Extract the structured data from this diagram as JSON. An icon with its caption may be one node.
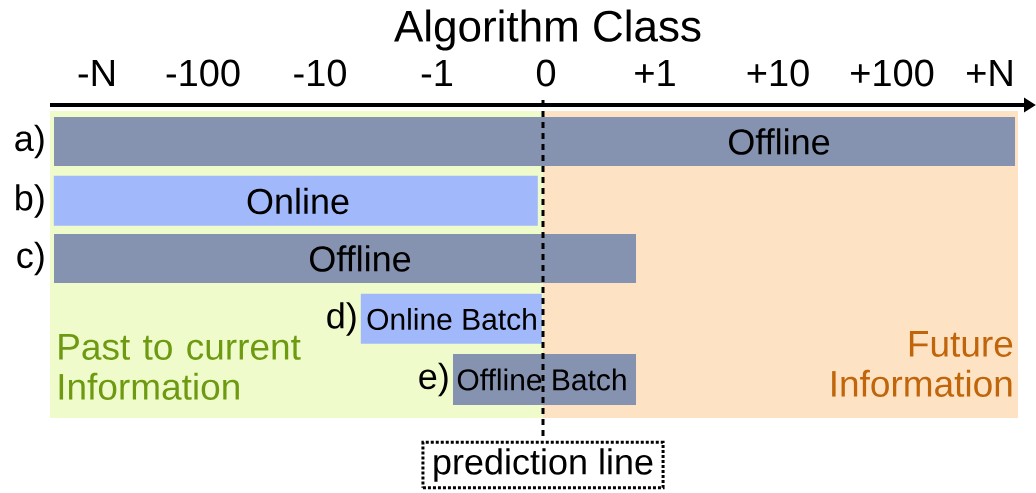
{
  "diagram": {
    "title": "Algorithm Class",
    "nodes": [
      {
        "text": [
          "Past to current Information"
        ]
      },
      {
        "text": [
          "Future Information"
        ]
      },
      {
        "text": [
          "Offline"
        ],
        "beside": [
          "a)"
        ]
      },
      {
        "text": [
          "Online"
        ],
        "beside": [
          "b)"
        ],
        "in": 0
      },
      {
        "text": [
          "Offline"
        ],
        "beside": [
          "c)"
        ]
      },
      {
        "text": [
          "Online Batch"
        ],
        "beside": [
          "d)"
        ],
        "in": 0
      },
      {
        "text": [
          "Offline Batch"
        ],
        "beside": [
          "e)"
        ]
      },
      {
        "text": [
          "prediction line"
        ]
      }
    ],
    "edges": [
      {
        "from": null,
        "to": 7,
        "arrow": "none",
        "style": "dashed"
      }
    ],
    "labels": [
      "-N",
      "-100",
      "-10",
      "-1",
      "0",
      "+1",
      "+10",
      "+100",
      "+N"
    ]
  }
}
